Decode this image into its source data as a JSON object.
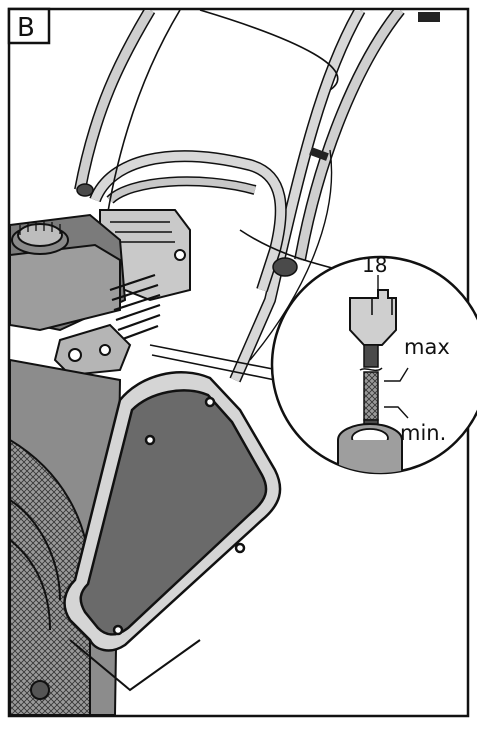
{
  "figure": {
    "panel_label": "B",
    "callout_number": "18",
    "label_max": "max",
    "label_min": "min."
  },
  "colors": {
    "line": "#111111",
    "body_gray": "#8f8f8f",
    "dark_gray": "#5a5a5a",
    "light_gray": "#d4d4d4",
    "panel_fill": "#6e6e6e"
  }
}
